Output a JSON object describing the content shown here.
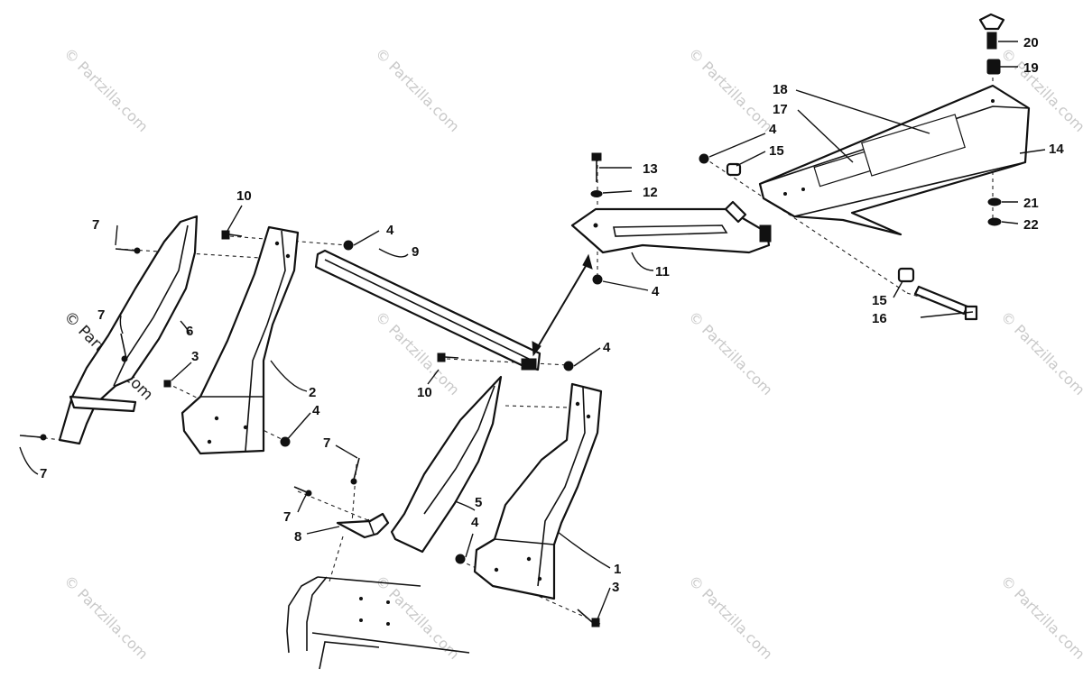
{
  "watermark": {
    "text": "© Partzilla.com",
    "color": "#c9c9c9"
  },
  "callouts": [
    {
      "id": "c1",
      "label": "1"
    },
    {
      "id": "c2",
      "label": "2"
    },
    {
      "id": "c3a",
      "label": "3"
    },
    {
      "id": "c3b",
      "label": "3"
    },
    {
      "id": "c4a",
      "label": "4"
    },
    {
      "id": "c4b",
      "label": "4"
    },
    {
      "id": "c4c",
      "label": "4"
    },
    {
      "id": "c4d",
      "label": "4"
    },
    {
      "id": "c4e",
      "label": "4"
    },
    {
      "id": "c4f",
      "label": "4"
    },
    {
      "id": "c5",
      "label": "5"
    },
    {
      "id": "c6",
      "label": "6"
    },
    {
      "id": "c7a",
      "label": "7"
    },
    {
      "id": "c7b",
      "label": "7"
    },
    {
      "id": "c7c",
      "label": "7"
    },
    {
      "id": "c7d",
      "label": "7"
    },
    {
      "id": "c7e",
      "label": "7"
    },
    {
      "id": "c8",
      "label": "8"
    },
    {
      "id": "c9",
      "label": "9"
    },
    {
      "id": "c10a",
      "label": "10"
    },
    {
      "id": "c10b",
      "label": "10"
    },
    {
      "id": "c11",
      "label": "11"
    },
    {
      "id": "c12",
      "label": "12"
    },
    {
      "id": "c13",
      "label": "13"
    },
    {
      "id": "c14",
      "label": "14"
    },
    {
      "id": "c15a",
      "label": "15"
    },
    {
      "id": "c15b",
      "label": "15"
    },
    {
      "id": "c16",
      "label": "16"
    },
    {
      "id": "c17",
      "label": "17"
    },
    {
      "id": "c18",
      "label": "18"
    },
    {
      "id": "c19",
      "label": "19"
    },
    {
      "id": "c20",
      "label": "20"
    },
    {
      "id": "c21",
      "label": "21"
    },
    {
      "id": "c22",
      "label": "22"
    }
  ]
}
